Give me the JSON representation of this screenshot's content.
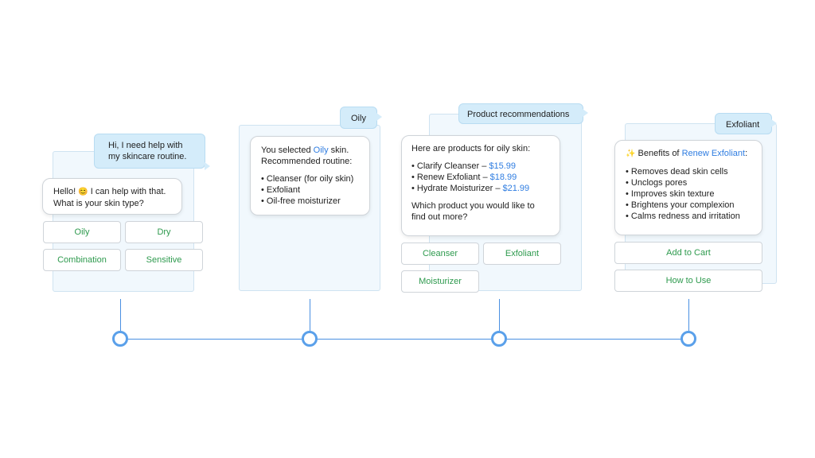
{
  "step1": {
    "user_msg_line1": "Hi, I need help with",
    "user_msg_line2": "my skincare routine.",
    "bot_greeting": "Hello!",
    "bot_emoji": "😊",
    "bot_line1_rest": "I can help with that.",
    "bot_line2": "What is your skin type?",
    "options": [
      "Oily",
      "Dry",
      "Combination",
      "Sensitive"
    ]
  },
  "step2": {
    "user_msg": "Oily",
    "intro_pre": "You selected",
    "intro_highlight": "Oily",
    "intro_post": "skin.",
    "intro_line2": "Recommended routine:",
    "routine": [
      "• Cleanser (for oily skin)",
      "• Exfoliant",
      "• Oil-free moisturizer"
    ]
  },
  "step3": {
    "user_msg": "Product recommendations",
    "intro": "Here are products for oily skin:",
    "products": [
      {
        "name": "• Clarify Cleanser –",
        "price": "$15.99"
      },
      {
        "name": "• Renew Exfoliant –",
        "price": "$18.99"
      },
      {
        "name": "• Hydrate Moisturizer –",
        "price": "$21.99"
      }
    ],
    "question_line1": "Which product you would like to",
    "question_line2": "find out more?",
    "options": [
      "Cleanser",
      "Exfoliant",
      "Moisturizer"
    ]
  },
  "step4": {
    "user_msg": "Exfoliant",
    "sparkle": "✨",
    "benefits_pre": "Benefits of",
    "benefits_highlight": "Renew Exfoliant",
    "benefits_post": ":",
    "benefits": [
      "• Removes dead skin cells",
      "• Unclogs pores",
      "• Improves skin texture",
      "• Brightens your complexion",
      "• Calms redness and irritation"
    ],
    "actions": [
      "Add to Cart",
      "How to Use"
    ]
  },
  "colors": {
    "accent_blue": "#2f7de1",
    "button_green": "#2e9a4e",
    "timeline": "#4a90e2",
    "user_bubble": "#d4ecfa"
  }
}
